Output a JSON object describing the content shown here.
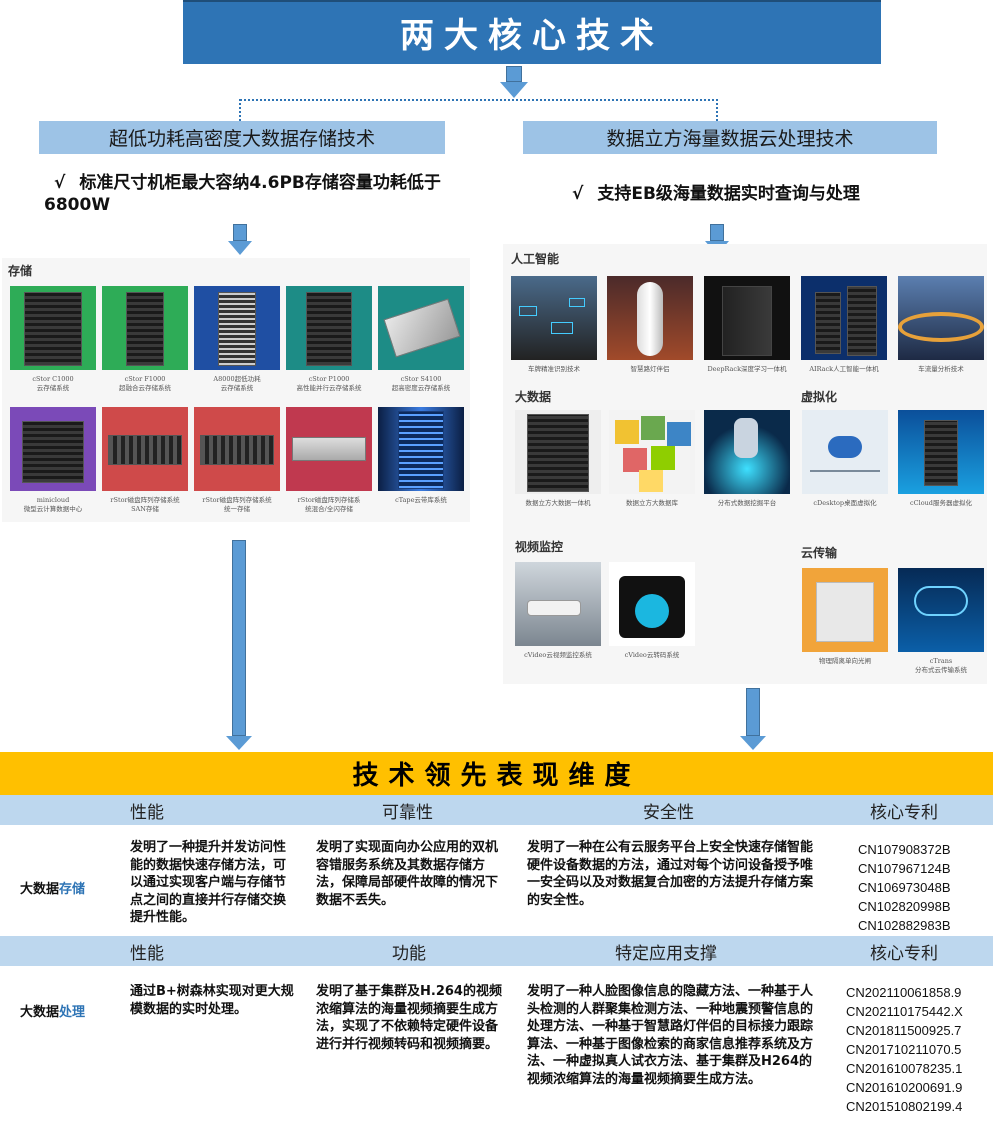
{
  "title": "两大核心技术",
  "tech_left": {
    "label": "超低功耗高密度大数据存储技术",
    "claim_mark": "√",
    "claim": "标准尺寸机柜最大容纳4.6PB存储容量功耗低于6800W"
  },
  "tech_right": {
    "label": "数据立方海量数据云处理技术",
    "claim_mark": "√",
    "claim": "支持EB级海量数据实时查询与处理"
  },
  "storage_panel": {
    "title": "存储",
    "row1": [
      {
        "caption1": "cStor C1000",
        "caption2": "云存储系统"
      },
      {
        "caption1": "cStor F1000",
        "caption2": "超融合云存储系统"
      },
      {
        "caption1": "A8000超低功耗",
        "caption2": "云存储系统"
      },
      {
        "caption1": "cStor P1000",
        "caption2": "高性能并行云存储系统"
      },
      {
        "caption1": "cStor S4100",
        "caption2": "超高密度云存储系统"
      }
    ],
    "row2": [
      {
        "caption1": "minicloud",
        "caption2": "微型云计算数据中心"
      },
      {
        "caption1": "rStor磁盘阵列存储系统",
        "caption2": "SAN存储"
      },
      {
        "caption1": "rStor磁盘阵列存储系统",
        "caption2": "统一存储"
      },
      {
        "caption1": "rStor磁盘阵列存储系",
        "caption2": "统混合/全闪存储"
      },
      {
        "caption1": "cTape云带库系统",
        "caption2": ""
      }
    ]
  },
  "processing_panel": {
    "ai_title": "人工智能",
    "ai": [
      "车牌精准识别技术",
      "智慧路灯伴侣",
      "DeepRack深度学习一体机",
      "AIRack人工智能一体机",
      "车流量分析技术"
    ],
    "bigdata_title": "大数据",
    "bigdata": [
      "数据立方大数据一体机",
      "数据立方大数据库",
      "分布式数据挖掘平台"
    ],
    "virt_title": "虚拟化",
    "virt": [
      "cDesktop桌面虚拟化",
      "cCloud服务器虚拟化"
    ],
    "video_title": "视频监控",
    "video": [
      "cVideo云视频监控系统",
      "cVideo云转码系统"
    ],
    "transfer_title": "云传输",
    "transfer": [
      {
        "caption1": "物理隔离单向光闸",
        "caption2": ""
      },
      {
        "caption1": "cTrans",
        "caption2": "分布式云传输系统"
      }
    ]
  },
  "dimension_title": "技术领先表现维度",
  "storage_row": {
    "headers": [
      "性能",
      "可靠性",
      "安全性",
      "核心专利"
    ],
    "label_prefix": "大数据",
    "label_highlight": "存储",
    "performance": "发明了一种提升并发访问性能的数据快速存储方法，可以通过实现客户端与存储节点之间的直接并行存储交换提升性能。",
    "reliability": "发明了实现面向办公应用的双机容错服务系统及其数据存储方法，保障局部硬件故障的情况下数据不丢失。",
    "security": "发明了一种在公有云服务平台上安全快速存储智能硬件设备数据的方法，通过对每个访问设备授予唯一安全码以及对数据复合加密的方法提升存储方案的安全性。",
    "patents": [
      "CN107908372B",
      "CN107967124B",
      "CN106973048B",
      "CN102820998B",
      "CN102882983B"
    ]
  },
  "processing_row": {
    "headers": [
      "性能",
      "功能",
      "特定应用支撑",
      "核心专利"
    ],
    "label_prefix": "大数据",
    "label_highlight": "处理",
    "performance": "通过B+树森林实现对更大规模数据的实时处理。",
    "function": "发明了基于集群及H.264的视频浓缩算法的海量视频摘要生成方法，实现了不依赖特定硬件设备进行并行视频转码和视频摘要。",
    "application": "发明了一种人脸图像信息的隐藏方法、一种基于人头检测的人群聚集检测方法、一种地震预警信息的处理方法、一种基于智慧路灯伴侣的目标接力跟踪算法、一种基于图像检索的商家信息推荐系统及方法、一种虚拟真人试衣方法、基于集群及H264的视频浓缩算法的海量视频摘要生成方法。",
    "patents": [
      "CN202110061858.9",
      "CN202110175442.X",
      "CN201811500925.7",
      "CN201710211070.5",
      "CN201610078235.1",
      "CN201610200691.9",
      "CN201510802199.4"
    ]
  }
}
